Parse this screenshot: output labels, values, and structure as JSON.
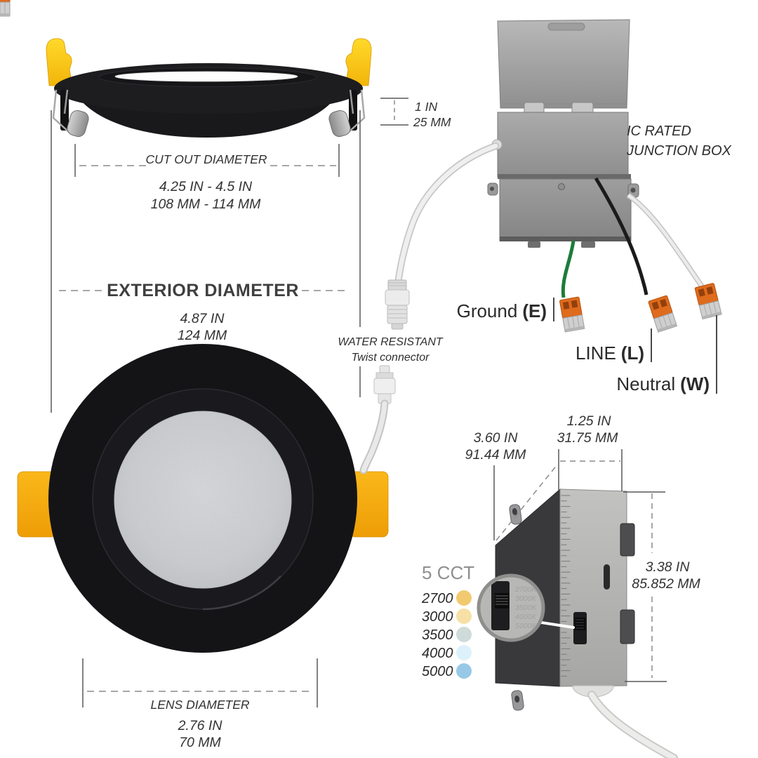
{
  "side_view": {
    "cutout_label": "CUT OUT DIAMETER",
    "cutout_in": "4.25 IN - 4.5 IN",
    "cutout_mm": "108 MM - 114 MM",
    "height_in": "1 IN",
    "height_mm": "25 MM",
    "trim_color": "#1d1d20",
    "clip_color": "#ffd61f"
  },
  "front_view": {
    "exterior_label": "EXTERIOR DIAMETER",
    "exterior_in": "4.87 IN",
    "exterior_mm": "124 MM",
    "lens_label": "LENS DIAMETER",
    "lens_in": "2.76 IN",
    "lens_mm": "70 MM",
    "tab_color": "#f7ab10"
  },
  "connector": {
    "label_line1": "WATER RESISTANT",
    "label_line2": "Twist connector"
  },
  "junction_box": {
    "title_line1": "IC RATED",
    "title_line2": "JUNCTION BOX",
    "ground_label": "Ground",
    "ground_code": "(E)",
    "line_label": "LINE",
    "line_code": "(L)",
    "neutral_label": "Neutral",
    "neutral_code": "(W)"
  },
  "driver_box": {
    "width_in": "3.60 IN",
    "width_mm": "91.44 MM",
    "depth_in": "1.25 IN",
    "depth_mm": "31.75 MM",
    "height_in": "3.38 IN",
    "height_mm": "85.852 MM"
  },
  "cct": {
    "title": "5 CCT",
    "options": [
      {
        "kelvin": "2700",
        "color": "#f1ca70"
      },
      {
        "kelvin": "3000",
        "color": "#f6e0a6"
      },
      {
        "kelvin": "3500",
        "color": "#cfdbd9"
      },
      {
        "kelvin": "4000",
        "color": "#dcf1fb"
      },
      {
        "kelvin": "5000",
        "color": "#97c9e6"
      }
    ],
    "switch_rows": [
      "2700K",
      "3000K",
      "3500K",
      "4000K",
      "5000K"
    ]
  }
}
